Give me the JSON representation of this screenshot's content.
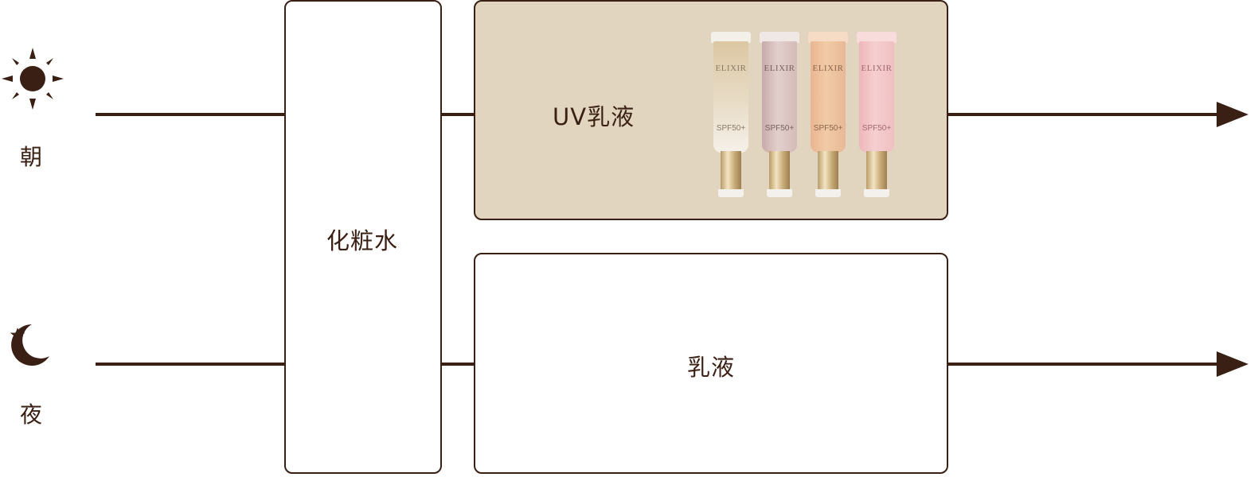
{
  "labels": {
    "morning": "朝",
    "night": "夜",
    "toner": "化粧水",
    "uv_emulsion": "UV乳液",
    "emulsion": "乳液"
  },
  "icons": {
    "morning": "sun-icon",
    "night": "moon-star-icon"
  },
  "products": [
    {
      "brand": "ELIXIR",
      "spf": "SPF50+",
      "color_top": "#dcc7a3",
      "color_bottom": "#f5f1ea"
    },
    {
      "brand": "ELIXIR",
      "spf": "SPF50+",
      "color_top": "#e2cfcc",
      "color_bottom": "#c7aaa8"
    },
    {
      "brand": "ELIXIR",
      "spf": "SPF50+",
      "color_top": "#f1cba6",
      "color_bottom": "#eab592"
    },
    {
      "brand": "ELIXIR",
      "spf": "SPF50+",
      "color_top": "#f6cfd0",
      "color_bottom": "#eeb6ba"
    }
  ],
  "colors": {
    "ink": "#3a2014",
    "uv_box_fill": "#e2d5bf",
    "box_fill": "#ffffff"
  }
}
